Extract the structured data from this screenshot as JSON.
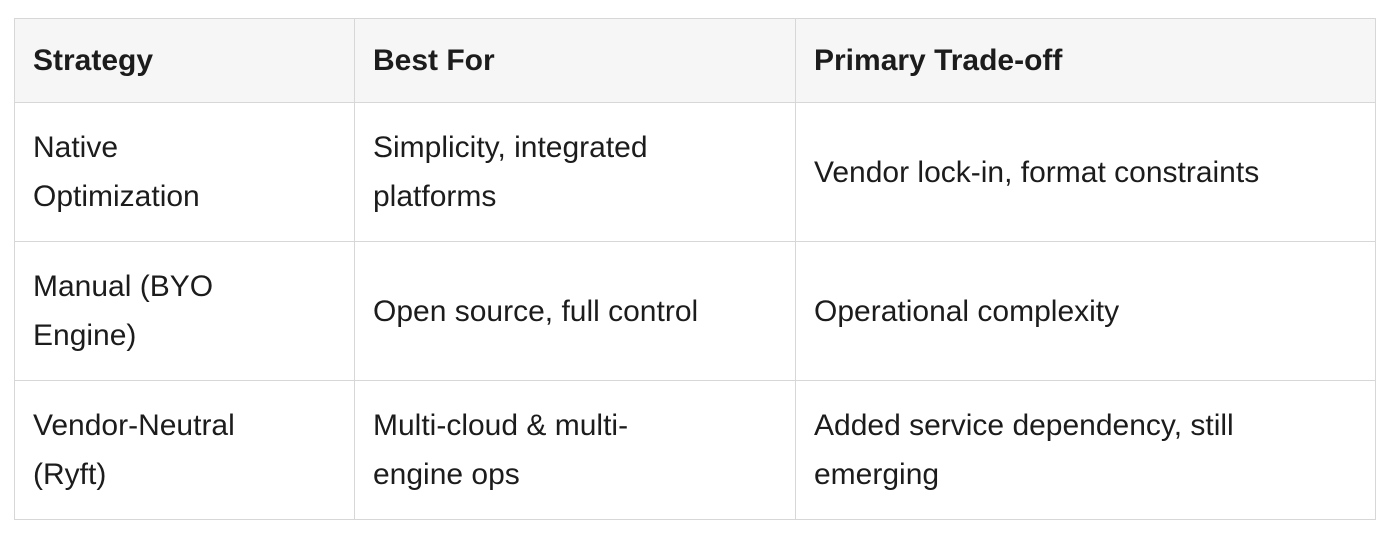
{
  "table": {
    "columns": {
      "strategy": "Strategy",
      "best_for": "Best For",
      "trade_off": "Primary Trade-off"
    },
    "rows": [
      {
        "strategy": "Native\nOptimization",
        "best_for": "Simplicity, integrated\nplatforms",
        "trade_off": "Vendor lock-in, format constraints"
      },
      {
        "strategy": "Manual (BYO\nEngine)",
        "best_for": "Open source, full control",
        "trade_off": "Operational complexity"
      },
      {
        "strategy": "Vendor-Neutral\n(Ryft)",
        "best_for": "Multi-cloud & multi-\nengine ops",
        "trade_off": "Added service dependency, still\nemerging"
      }
    ],
    "colors": {
      "header_bg": "#f6f6f6",
      "border": "#d7d7d7",
      "text": "#1c1c1c",
      "page_bg": "#ffffff"
    }
  }
}
